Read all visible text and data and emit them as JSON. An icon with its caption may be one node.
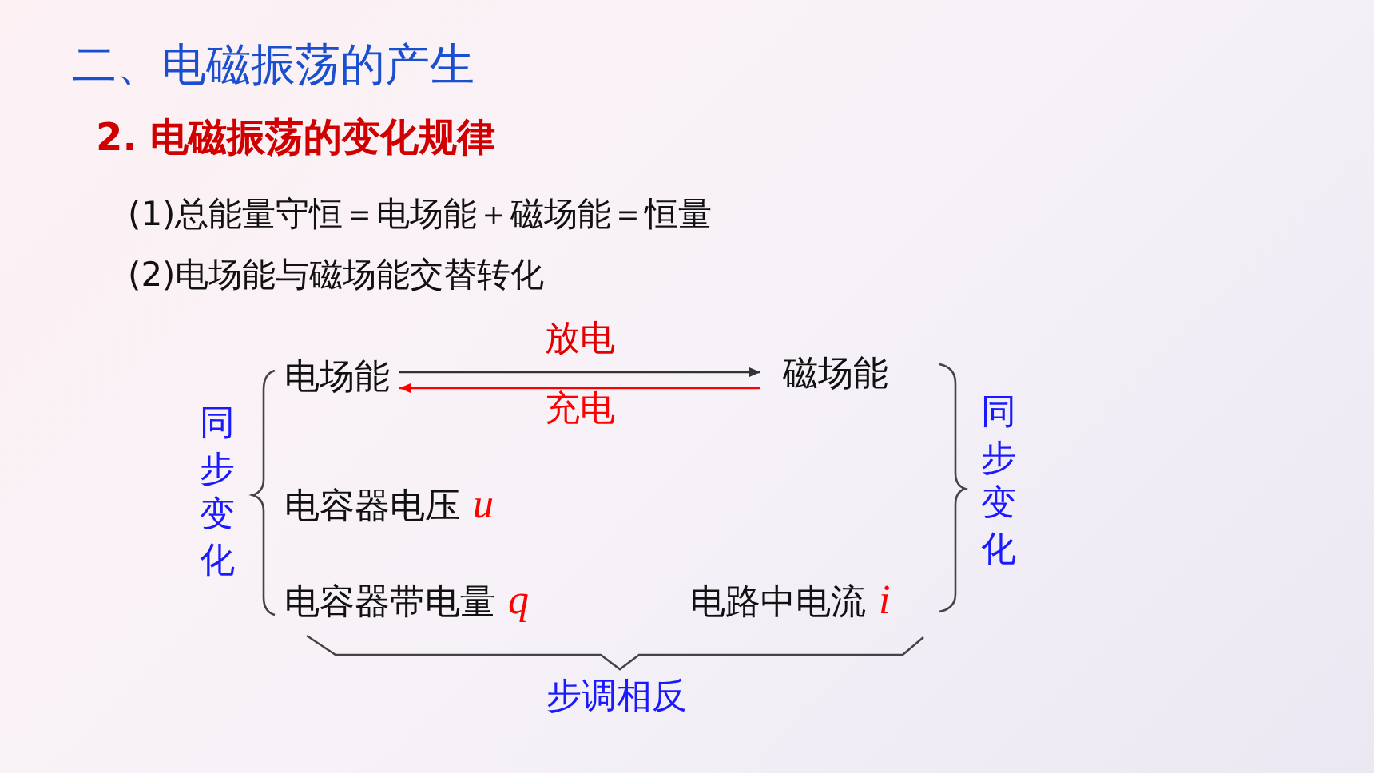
{
  "diagram": {
    "title": "二、电磁振荡的产生",
    "nodes": [
      {
        "text": [
          "电场能"
        ]
      },
      {
        "text": [
          "磁场能"
        ]
      },
      {
        "text": [
          "电容器电压",
          "u"
        ]
      },
      {
        "text": [
          "电容器带电量",
          "q"
        ]
      },
      {
        "text": [
          "电路中电流",
          "i"
        ]
      }
    ],
    "edges": [
      {
        "from": 0,
        "to": 1,
        "arrow": "to",
        "label": "放电"
      },
      {
        "from": 1,
        "to": 0,
        "arrow": "to",
        "label": "充电",
        "color": "#ff0000"
      }
    ],
    "labels": [
      "2. 电磁振荡的变化规律",
      "(1)总能量守恒＝电场能＋磁场能＝恒量",
      "(2)电场能与磁场能交替转化",
      "同步变化",
      "同步变化",
      "步调相反"
    ]
  }
}
